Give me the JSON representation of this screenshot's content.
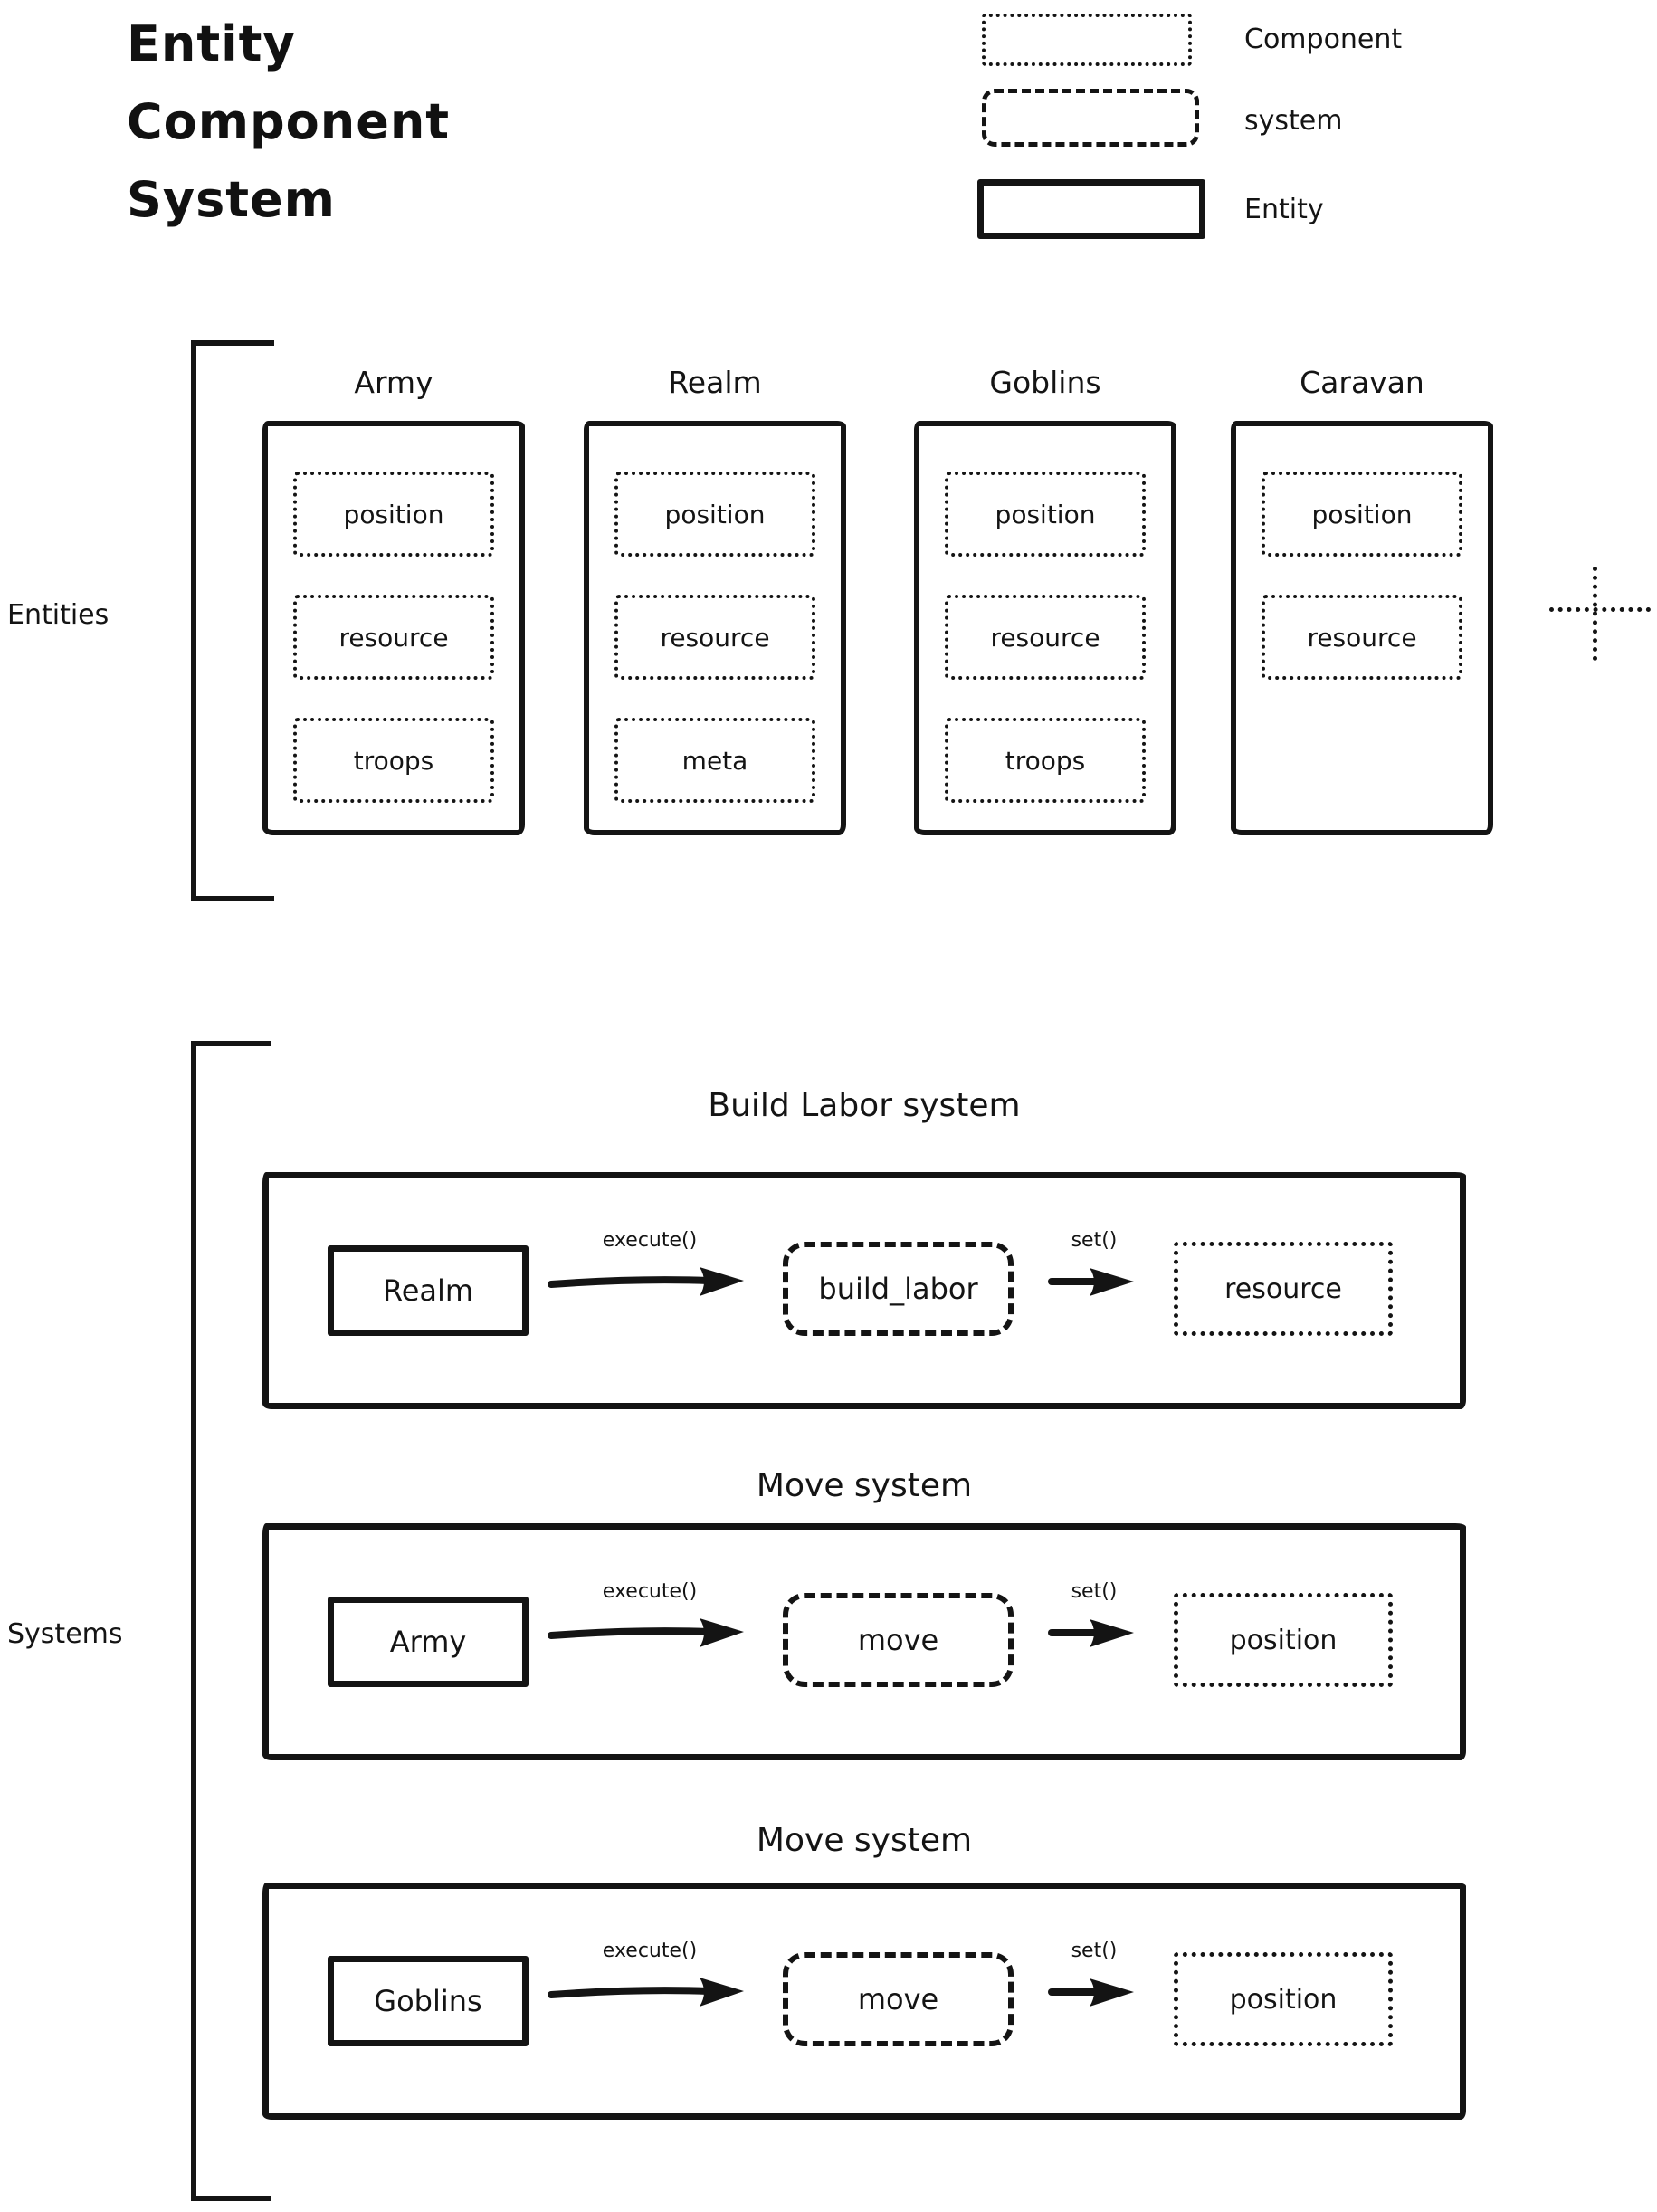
{
  "title": "Entity Component System",
  "colors": {
    "ink": "#141414",
    "background": "#ffffff"
  },
  "legend": {
    "items": [
      {
        "label": "Component",
        "style": "dotted"
      },
      {
        "label": "system",
        "style": "dashed"
      },
      {
        "label": "Entity",
        "style": "solid"
      }
    ]
  },
  "entities_section": {
    "label": "Entities",
    "more_icon": "dotted-plus-icon",
    "entities": [
      {
        "name": "Army",
        "components": [
          "position",
          "resource",
          "troops"
        ]
      },
      {
        "name": "Realm",
        "components": [
          "position",
          "resource",
          "meta"
        ]
      },
      {
        "name": "Goblins",
        "components": [
          "position",
          "resource",
          "troops"
        ]
      },
      {
        "name": "Caravan",
        "components": [
          "position",
          "resource"
        ]
      }
    ]
  },
  "systems_section": {
    "label": "Systems",
    "systems": [
      {
        "title": "Build Labor system",
        "entity": "Realm",
        "call_label": "execute()",
        "system_fn": "build_labor",
        "set_label": "set()",
        "component": "resource"
      },
      {
        "title": "Move system",
        "entity": "Army",
        "call_label": "execute()",
        "system_fn": "move",
        "set_label": "set()",
        "component": "position"
      },
      {
        "title": "Move system",
        "entity": "Goblins",
        "call_label": "execute()",
        "system_fn": "move",
        "set_label": "set()",
        "component": "position"
      }
    ]
  }
}
